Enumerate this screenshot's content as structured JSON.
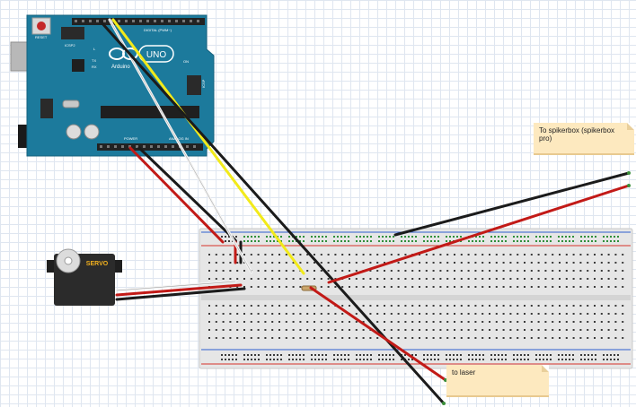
{
  "arduino": {
    "brand": "Arduino",
    "model": "UNO",
    "reset_label": "RESET",
    "icsp2_label": "ICSP2",
    "icsp_label": "ICSP",
    "digital_label": "DIGITAL (PWM~)",
    "power_label": "POWER",
    "analog_label": "ANALOG IN",
    "on_label": "ON",
    "tx_label": "TX",
    "rx_label": "RX",
    "l_label": "L",
    "color": "#1c7a9c"
  },
  "servo": {
    "label": "SERVO"
  },
  "notes": {
    "spikerbox": "To spikerbox (spikerbox pro)",
    "laser": "to laser"
  },
  "wire_colors": {
    "red": "#c21a17",
    "black": "#1b1b1b",
    "yellow": "#f2ea1a",
    "white": "#f4f4f4"
  }
}
